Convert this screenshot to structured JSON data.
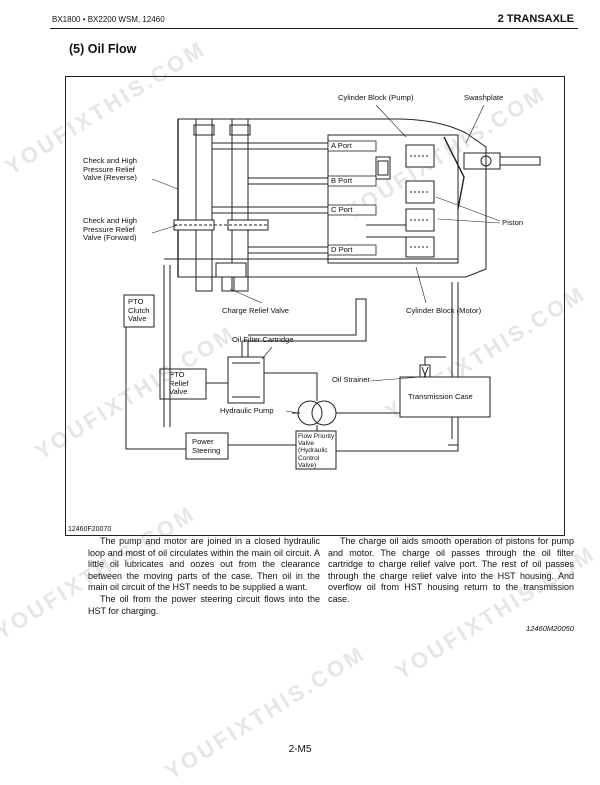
{
  "header": {
    "left": "BX1800 • BX2200 WSM, 12460",
    "right": "2 TRANSAXLE"
  },
  "section_title": "(5) Oil Flow",
  "figure": {
    "id": "12460F20070",
    "labels": {
      "cyl_pump": "Cylinder Block (Pump)",
      "swashplate": "Swashplate",
      "a_port": "A Port",
      "b_port": "B Port",
      "c_port": "C Port",
      "d_port": "D Port",
      "piston": "Piston",
      "check_rev": [
        "Check and High",
        "Pressure Relief",
        "Valve (Reverse)"
      ],
      "check_fwd": [
        "Check and High",
        "Pressure Relief",
        "Valve (Forward)"
      ],
      "pto_clutch": [
        "PTO",
        "Clutch",
        "Valve"
      ],
      "charge_relief": "Charge Relief Valve",
      "cyl_motor": "Cylinder Block (Motor)",
      "oil_filter": "Oil Filter Cartridge",
      "pto_relief": [
        "PTO",
        "Relief",
        "Valve"
      ],
      "oil_strainer": "Oil Strainer",
      "transmission_case": "Transmission Case",
      "hydraulic_pump": "Hydraulic Pump",
      "power_steering": [
        "Power",
        "Steering"
      ],
      "flow_priority": [
        "Flow Priority",
        "Valve",
        "(Hydraulic",
        "Control",
        "Valve)"
      ]
    }
  },
  "body": {
    "col1_p1": "The pump and motor are joined in a closed hydraulic loop and most of oil circulates within the main oil circuit. A little oil lubricates and oozes out from the clearance between the moving parts of the case. Then oil in the main oil circuit of the HST needs to be supplied a want.",
    "col1_p2": "The oil from the power steering circuit flows into the HST for charging.",
    "col2_p1": "The charge oil aids smooth operation of pistons for pump and motor. The charge oil passes through the oil filter cartridge to charge relief valve port. The rest of oil passes through the charge relief valve into the HST housing. And overflow oil from HST housing return to the transmission case."
  },
  "doc_code": "12460M20050",
  "page_number": "2-M5",
  "watermark": {
    "text": "YOUFIXTHIS.COM",
    "color": "#e6e6e6"
  }
}
